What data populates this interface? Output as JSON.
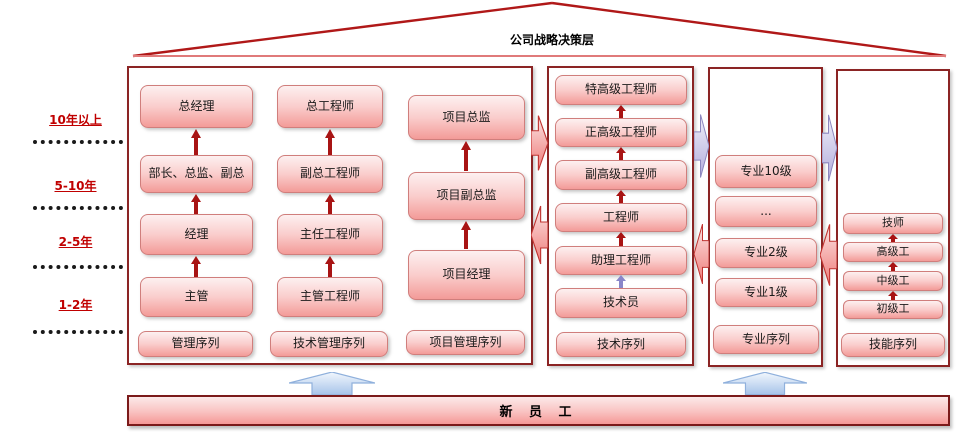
{
  "roof": {
    "title": "公司战略决策层"
  },
  "experience_axis": {
    "labels": [
      "10年以上",
      "5-10年",
      "2-5年",
      "1-2年"
    ]
  },
  "columns": [
    {
      "label": "管理序列",
      "nodes": [
        "总经理",
        "部长、总监、副总",
        "经理",
        "主管"
      ]
    },
    {
      "label": "技术管理序列",
      "nodes": [
        "总工程师",
        "副总工程师",
        "主任工程师",
        "主管工程师"
      ]
    },
    {
      "label": "项目管理序列",
      "nodes": [
        "项目总监",
        "项目副总监",
        "项目经理"
      ]
    },
    {
      "label": "技术序列",
      "nodes": [
        "特高级工程师",
        "正高级工程师",
        "副高级工程师",
        "工程师",
        "助理工程师",
        "技术员"
      ]
    },
    {
      "label": "专业序列",
      "nodes": [
        "专业10级",
        "...",
        "专业2级",
        "专业1级"
      ]
    },
    {
      "label": "技能序列",
      "nodes": [
        "技师",
        "高级工",
        "中级工",
        "初级工"
      ]
    }
  ],
  "banner": {
    "label": "新 员 工"
  },
  "colors": {
    "container_border": "#8B2424",
    "roof_line": "#B01818",
    "node_border": "#D07E7C",
    "promotion_arrow_red": "#A81414",
    "crossover_arrow_purple": "#B9B3DE",
    "crossover_arrow_pink": "#EF7B78",
    "entry_arrow_blue": "#A6C3E9",
    "axis_text": "#C00000"
  }
}
